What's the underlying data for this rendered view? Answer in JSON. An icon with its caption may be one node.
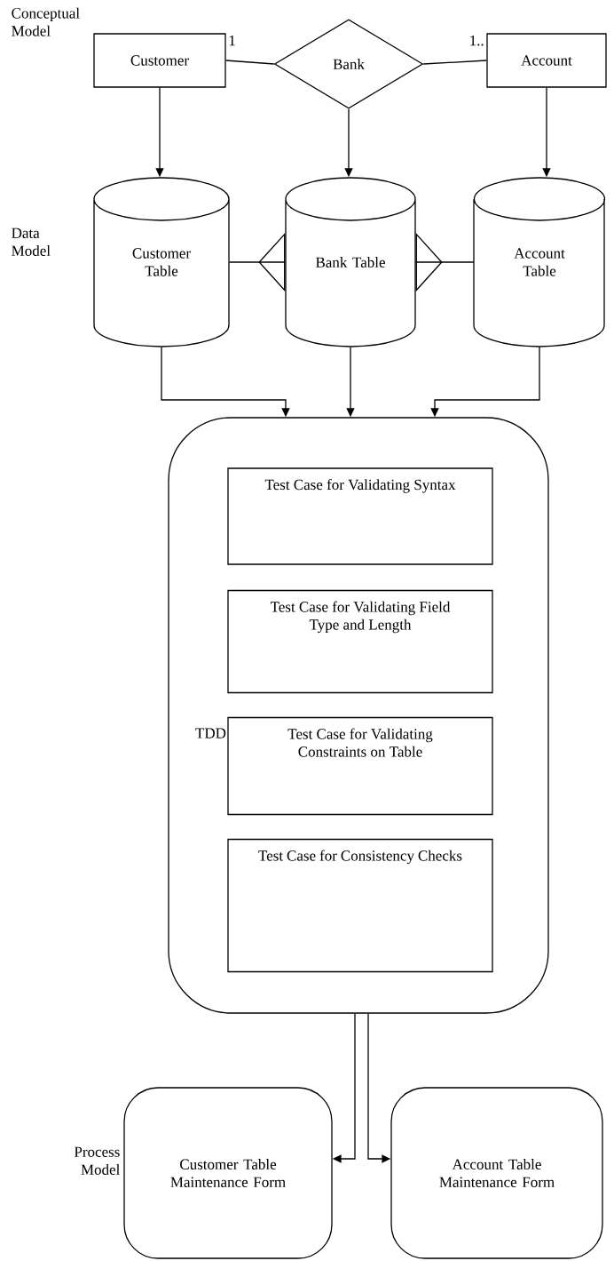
{
  "diagram": {
    "nodes": [
      {
        "text": [
          "Customer"
        ]
      },
      {
        "text": [
          "Bank"
        ]
      },
      {
        "text": [
          "Account"
        ]
      },
      {
        "text": [
          "Customer Table"
        ]
      },
      {
        "text": [
          "Bank Table"
        ]
      },
      {
        "text": [
          "Account Table"
        ]
      },
      {
        "text": [
          "TDD"
        ]
      },
      {
        "text": [
          "Test Case for Validating Syntax"
        ],
        "in": 6
      },
      {
        "text": [
          "Test Case for Validating Field Type and Length"
        ],
        "in": 6
      },
      {
        "text": [
          "Test Case for Validating Constraints on Table"
        ],
        "in": 6
      },
      {
        "text": [
          "Test Case for Consistency Checks"
        ],
        "in": 6
      },
      {
        "text": [
          "Customer Table Maintenance Form"
        ]
      },
      {
        "text": [
          "Account Table Maintenance Form"
        ]
      }
    ],
    "edges": [
      {
        "from": 0,
        "to": 1,
        "arrow": "none",
        "label": "1"
      },
      {
        "from": 1,
        "to": 2,
        "arrow": "none",
        "label": "1.."
      },
      {
        "from": 0,
        "to": 3,
        "arrow": "to"
      },
      {
        "from": 1,
        "to": 4,
        "arrow": "to"
      },
      {
        "from": 2,
        "to": 5,
        "arrow": "to"
      },
      {
        "from": 3,
        "to": 4,
        "arrow": "other"
      },
      {
        "from": 5,
        "to": 4,
        "arrow": "other"
      },
      {
        "from": 3,
        "to": 6,
        "arrow": "to"
      },
      {
        "from": 4,
        "to": 6,
        "arrow": "to"
      },
      {
        "from": 5,
        "to": 6,
        "arrow": "to"
      },
      {
        "from": 6,
        "to": 11,
        "arrow": "to"
      },
      {
        "from": 6,
        "to": 12,
        "arrow": "to"
      }
    ],
    "labels": [
      "Conceptual Model",
      "Data Model",
      "Process Model"
    ]
  }
}
